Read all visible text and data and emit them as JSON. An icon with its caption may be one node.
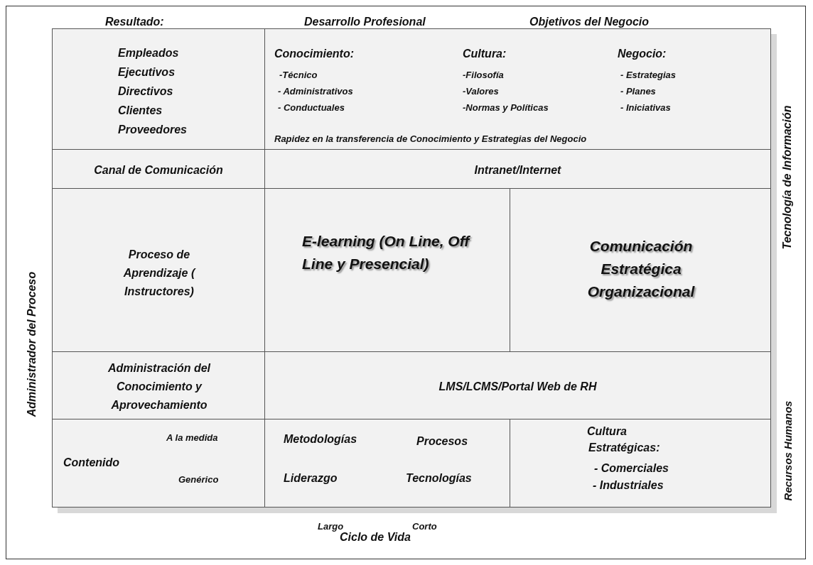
{
  "diagram": {
    "nodes": [
      {
        "text": [
          "Empleados",
          "Ejecutivos",
          "Directivos",
          "Clientes",
          "Proveedores"
        ]
      },
      {
        "text": [
          "Conocimiento:",
          "-Técnico",
          "- Administrativos",
          "- Conductuales",
          "Cultura:",
          "-Filosofía",
          "-Valores",
          "-Normas y Políticas",
          "Negocio:",
          "- Estrategias",
          "- Planes",
          "- Iniciativas",
          "Rapidez en la transferencia de Conocimiento y Estrategias del Negocio"
        ]
      },
      {
        "text": [
          "Canal de Comunicación"
        ]
      },
      {
        "text": [
          "Intranet/Internet"
        ]
      },
      {
        "text": [
          "Proceso de Aprendizaje ( Instructores)"
        ]
      },
      {
        "text": [
          "E-learning (On Line, Off Line y Presencial)"
        ]
      },
      {
        "text": [
          "Comunicación Estratégica Organizacional"
        ]
      },
      {
        "text": [
          "Administración del Conocimiento y Aprovechamiento"
        ]
      },
      {
        "text": [
          "LMS/LCMS/Portal Web de RH"
        ]
      },
      {
        "text": [
          "Contenido",
          "A la medida",
          "Genérico"
        ]
      },
      {
        "text": [
          "Metodologías",
          "Procesos",
          "Liderazgo",
          "Tecnologías"
        ]
      },
      {
        "text": [
          "Cultura",
          "Estratégicas:",
          "- Comerciales",
          "- Industriales"
        ]
      }
    ],
    "labels": [
      "Resultado:",
      "Desarrollo Profesional",
      "Objetivos del Negocio",
      "Administrador del Proceso",
      "Tecnología de Información",
      "Recursos Humanos",
      "Largo",
      "Ciclo de Vida",
      "Corto"
    ]
  }
}
